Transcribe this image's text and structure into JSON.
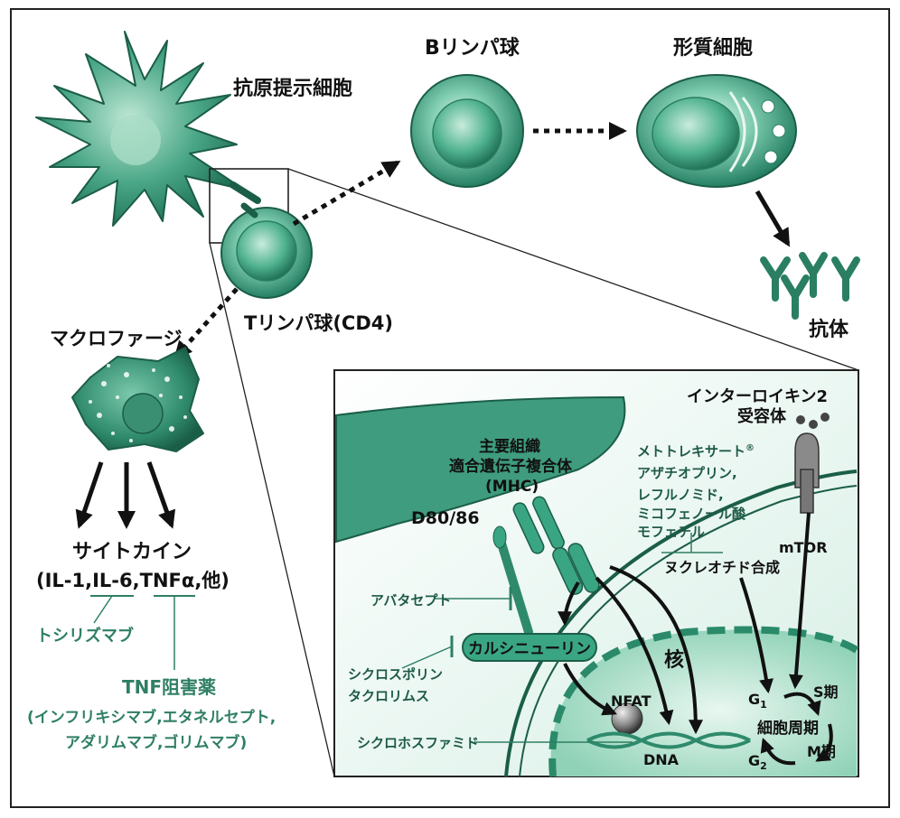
{
  "labels": {
    "apc": "抗原提示細胞",
    "b_cell": "Bリンパ球",
    "plasma_cell": "形質細胞",
    "antibody": "抗体",
    "t_cell": "Tリンパ球(CD4)",
    "macrophage": "マクロファージ",
    "cytokine": "サイトカイン",
    "cytokine_list_open": "(IL-1,",
    "cytokine_il6": "IL-6",
    "cytokine_sep": ",",
    "cytokine_tnf": "TNFα",
    "cytokine_list_close": ",他)",
    "tocilizumab": "トシリズマブ",
    "tnf_inhibitor": "TNF阻害薬",
    "tnf_drugs_line1": "(インフリキシマブ,エタネルセプト,",
    "tnf_drugs_line2": "アダリムマブ,ゴリムマブ)",
    "mhc_line1": "主要組織",
    "mhc_line2": "適合遺伝子複合体",
    "mhc_line3": "(MHC)",
    "d80_86": "D80/86",
    "abatacept": "アバタセプト",
    "calcineurin": "カルシニューリン",
    "cyclosporine": "シクロスポリン",
    "tacrolimus": "タクロリムス",
    "cyclophosphamide": "シクロホスファミド",
    "nfat": "NFAT",
    "dna": "DNA",
    "nucleus": "核",
    "il2_receptor_line1": "インターロイキン2",
    "il2_receptor_line2": "受容体",
    "methotrexate": "メトトレキサート",
    "methotrexate_mark": "®",
    "azathioprine": "アザチオプリン,",
    "leflunomide": "レフルノミド,",
    "mycophenolate_line1": "ミコフェノール酸",
    "mycophenolate_line2": "モフェチル",
    "nucleotide_synthesis": "ヌクレオチド合成",
    "mtor": "mTOR",
    "cell_cycle": "細胞周期",
    "g1": "G",
    "g1_sub": "1",
    "g2": "G",
    "g2_sub": "2",
    "s_phase": "S期",
    "m_phase": "M期"
  },
  "colors": {
    "teal_dark": "#1f6e57",
    "teal": "#3aa583",
    "teal_light": "#bfe6d6",
    "green_text": "#2f7f63",
    "arrow": "#111111"
  }
}
